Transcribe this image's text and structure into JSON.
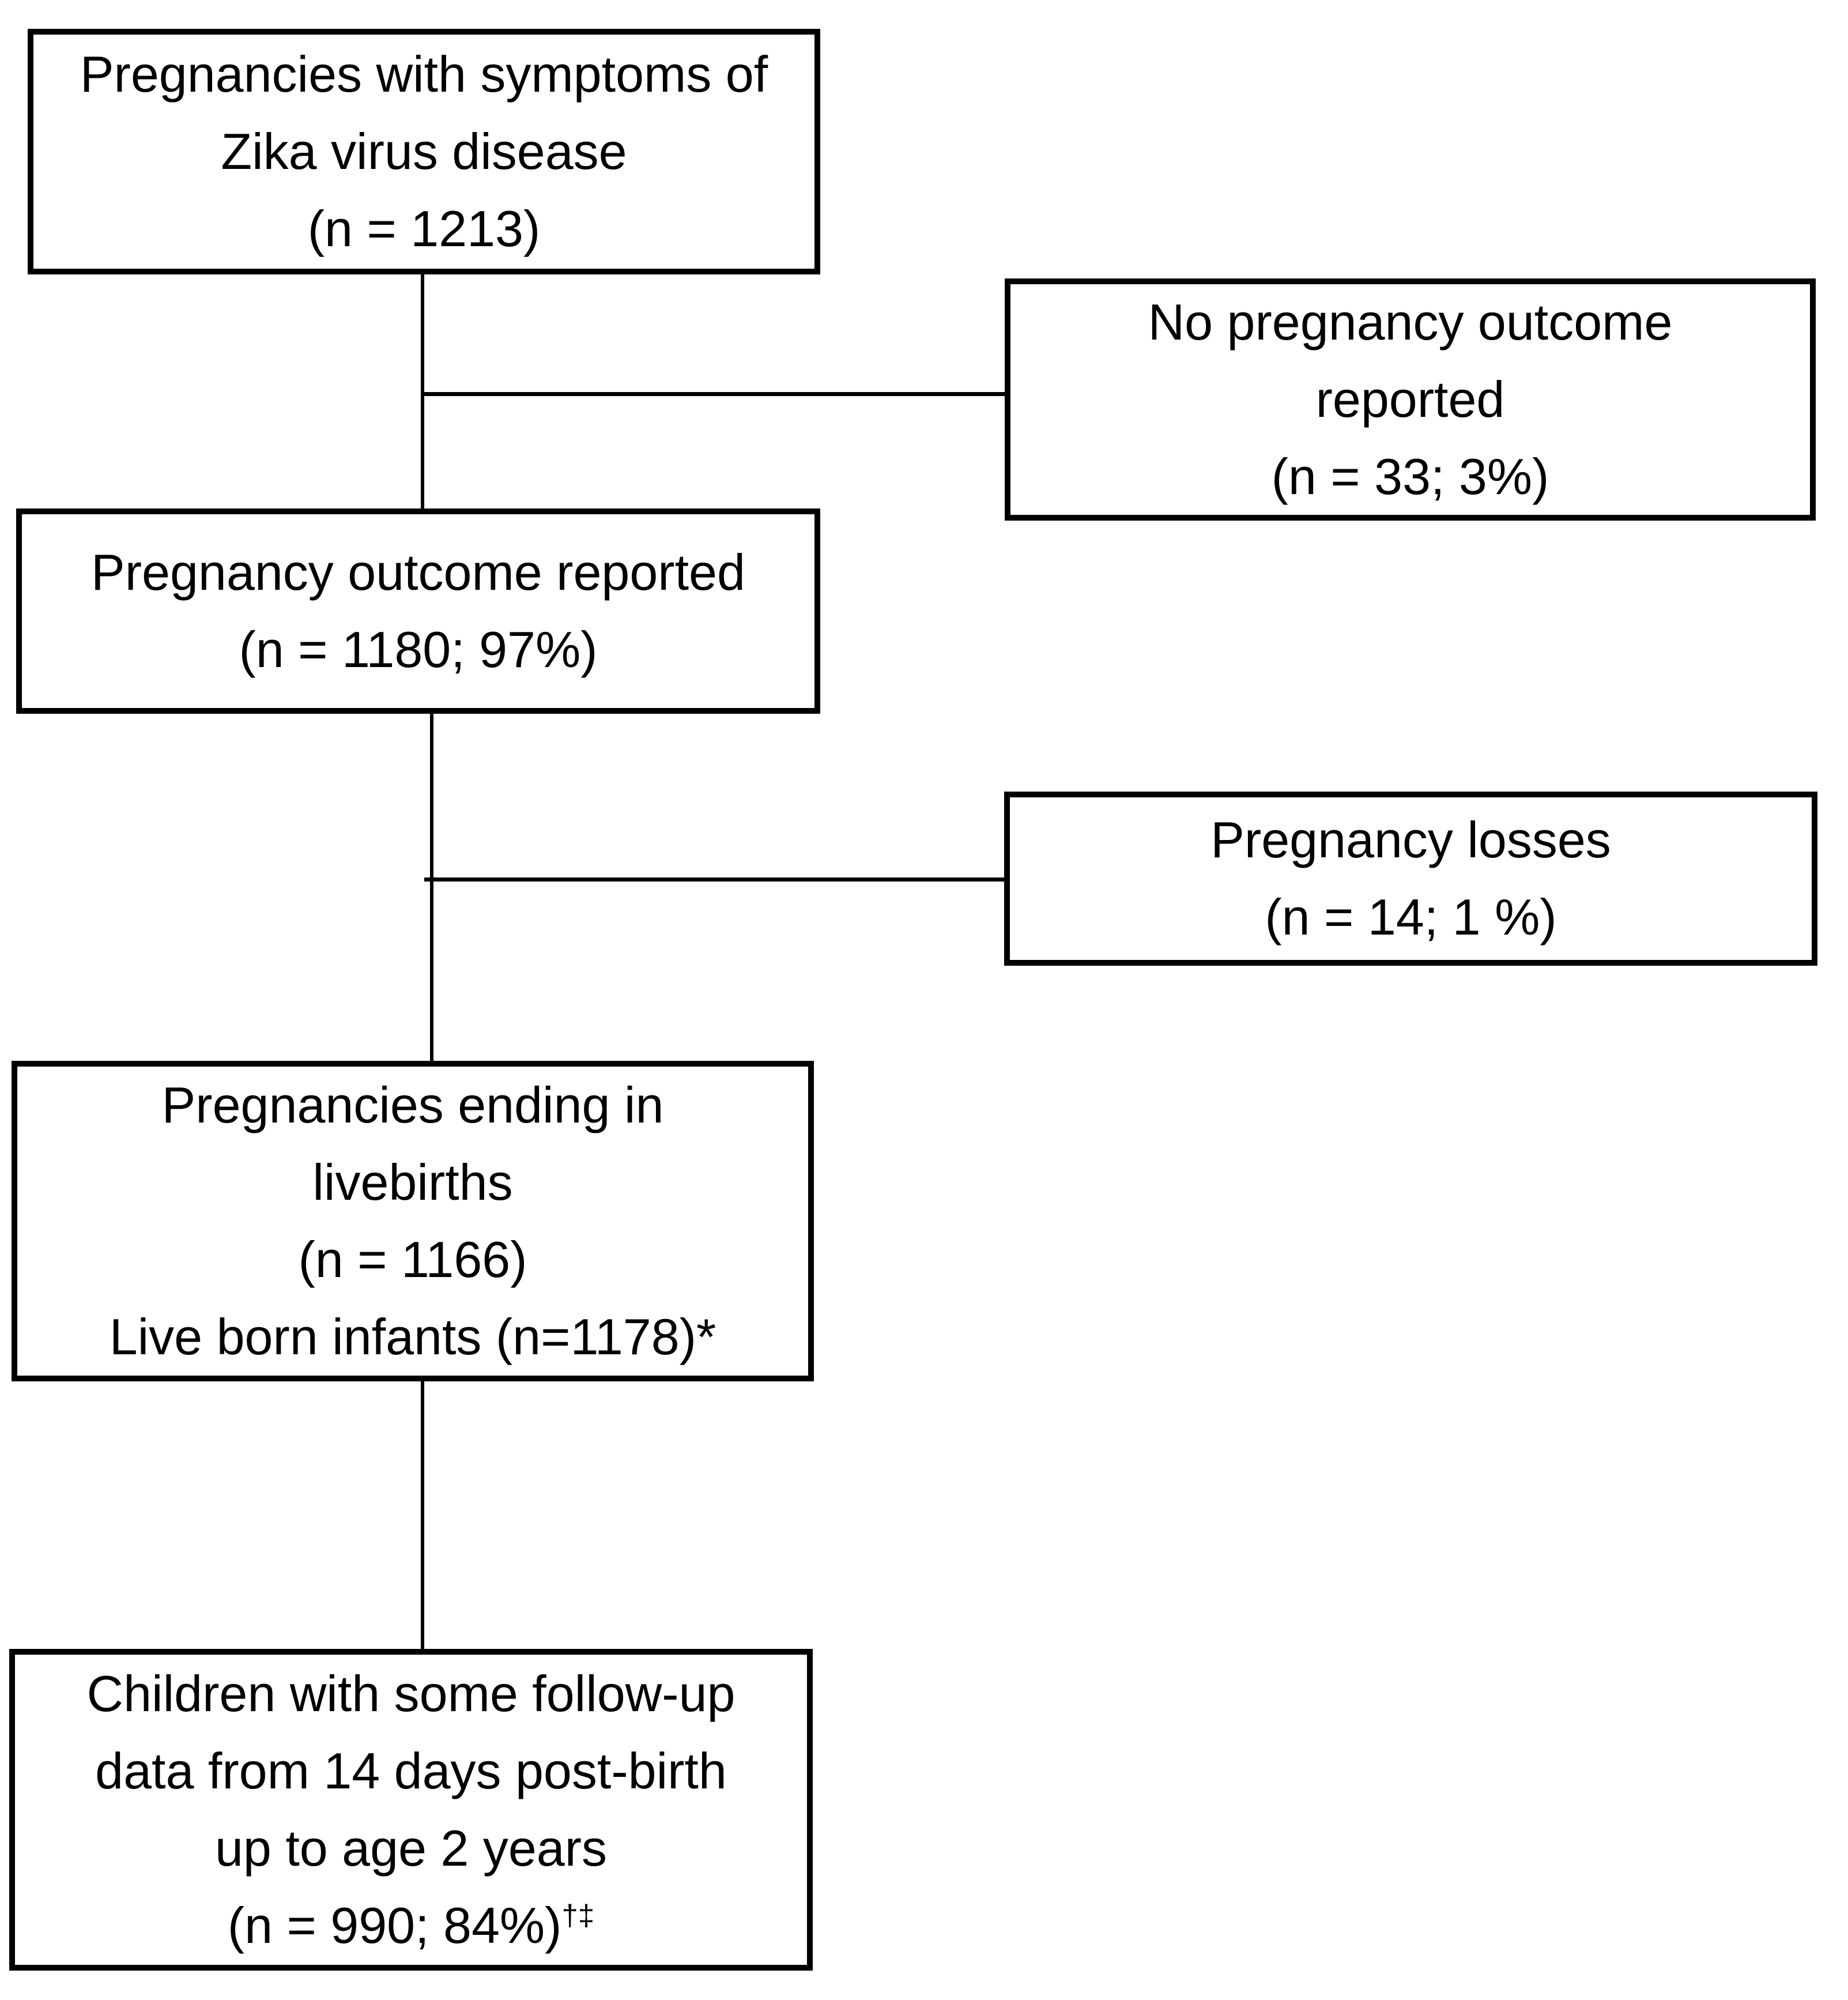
{
  "flowchart": {
    "background_color": "#ffffff",
    "line_color": "#000000",
    "text_color": "#000000",
    "boxes": [
      {
        "name": "pregnancies-with-symptoms",
        "lines": [
          "Pregnancies with symptoms of",
          "Zika virus disease",
          "(n = 1213)"
        ]
      },
      {
        "name": "no-pregnancy-outcome-reported",
        "lines": [
          "No pregnancy outcome",
          "reported",
          "(n = 33; 3%)"
        ]
      },
      {
        "name": "pregnancy-outcome-reported",
        "lines": [
          "Pregnancy outcome reported",
          "(n = 1180; 97%)"
        ]
      },
      {
        "name": "pregnancy-losses",
        "lines": [
          "Pregnancy losses",
          "(n = 14; 1 %)"
        ]
      },
      {
        "name": "pregnancies-ending-in-livebirths",
        "lines": [
          "Pregnancies ending in",
          "livebirths",
          "(n = 1166)",
          "Live born infants (n=1178)*"
        ]
      },
      {
        "name": "children-with-follow-up-data",
        "lines": [
          "Children with some follow-up",
          "data from 14 days post-birth",
          "up to age 2 years",
          "(n = 990; 84%)"
        ],
        "footnote_marker": "†‡"
      }
    ]
  }
}
